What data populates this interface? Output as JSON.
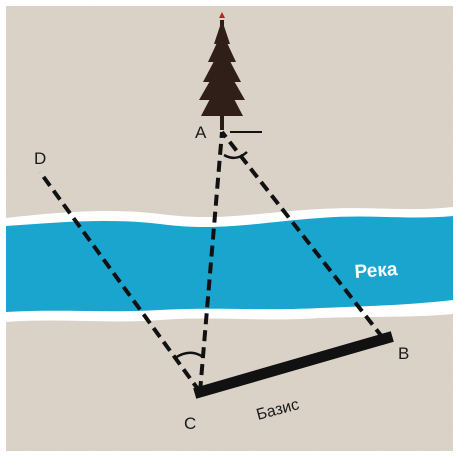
{
  "points": {
    "a": "A",
    "b": "B",
    "c": "C",
    "d": "D"
  },
  "river_label": "Река",
  "baseline_label": "Базис",
  "colors": {
    "paper": "#dcd4c9",
    "river": "#1aa5cf",
    "bank": "#ffffff",
    "line": "#111111",
    "tree": "#2a1c16"
  }
}
